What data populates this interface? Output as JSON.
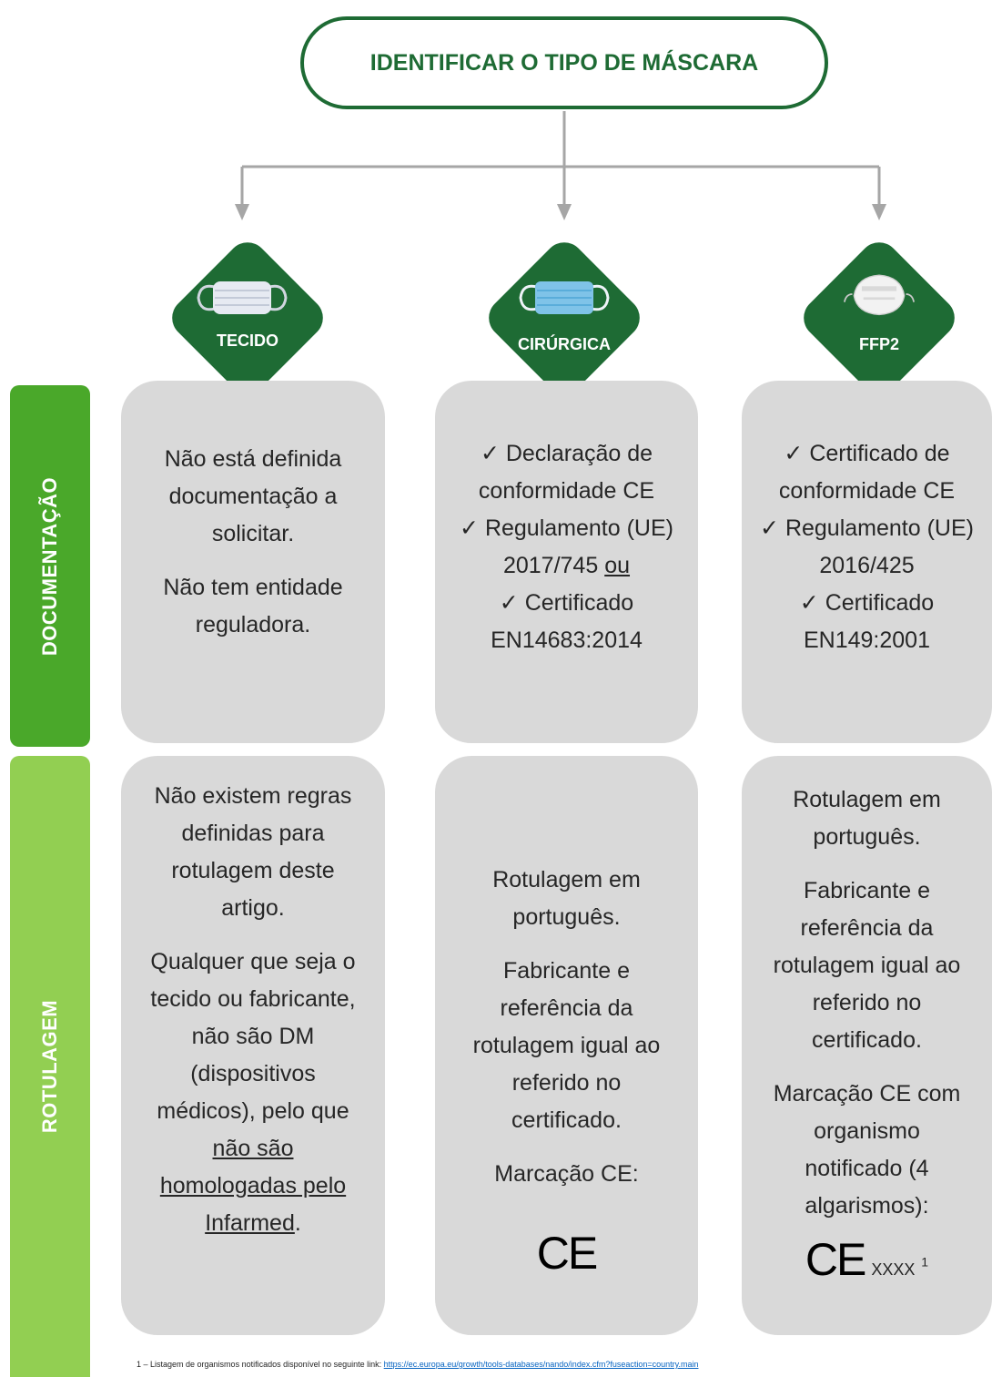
{
  "title": "IDENTIFICAR O TIPO DE MÁSCARA",
  "mask_types": [
    {
      "label": "TECIDO",
      "icon": "fabric-mask-icon"
    },
    {
      "label": "CIRÚRGICA",
      "icon": "surgical-mask-icon"
    },
    {
      "label": "FFP2",
      "icon": "ffp2-mask-icon"
    }
  ],
  "rows": {
    "documentacao": "DOCUMENTAÇÃO",
    "rotulagem": "ROTULAGEM"
  },
  "documentacao": {
    "tecido": {
      "p1": "Não está definida documentação a solicitar.",
      "p2": "Não tem entidade reguladora."
    },
    "cirurgica": {
      "item1": "Declaração de conformidade CE",
      "item2_text": "Regulamento (UE) 2017/745",
      "item2_conj": "ou",
      "item3": "Certificado EN14683:2014"
    },
    "ffp2": {
      "item1": "Certificado de conformidade CE",
      "item2": "Regulamento (UE) 2016/425",
      "item3": "Certificado EN149:2001"
    }
  },
  "rotulagem": {
    "tecido": {
      "p1": "Não existem regras definidas para rotulagem deste artigo.",
      "p2_start": "Qualquer que seja o tecido ou fabricante, não são DM (dispositivos médicos), pelo que",
      "p2_link": "não são homologadas pelo Infarmed",
      "p2_end": "."
    },
    "cirurgica": {
      "p1": "Rotulagem em português.",
      "p2": "Fabricante e referência da rotulagem igual ao referido no certificado.",
      "p3": "Marcação CE:",
      "ce": "CE"
    },
    "ffp2": {
      "p1": "Rotulagem em português.",
      "p2": "Fabricante e referência da rotulagem igual ao referido no certificado.",
      "p3": "Marcação CE com organismo notificado (4 algarismos):",
      "ce": "CE",
      "ce_suffix": "XXXX",
      "ce_sup": "1"
    }
  },
  "footnote": {
    "text": "1 – Listagem de organismos notificados disponível no seguinte link: ",
    "link": "https://ec.europa.eu/growth/tools-databases/nando/index.cfm?fuseaction=country.main"
  },
  "colors": {
    "dark_green": "#1e6b34",
    "doc_green": "#4aa82a",
    "rot_green": "#92cf52",
    "card_gray": "#d9d9d9",
    "arrow_gray": "#a6a6a6"
  }
}
